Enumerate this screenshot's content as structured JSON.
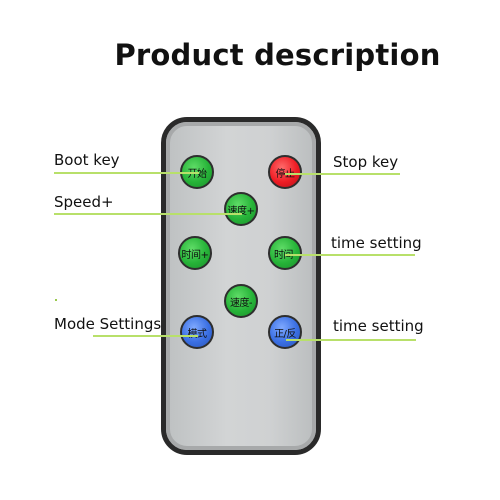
{
  "title": "Product description",
  "buttons": {
    "start": "开始",
    "stop": "停止",
    "speed_up": "速度+",
    "time_plus": "时间+",
    "time_minus": "时间-",
    "speed_down": "速度-",
    "mode": "模式",
    "forward_reverse": "正/反"
  },
  "labels": {
    "boot_key": "Boot key",
    "stop_key": "Stop key",
    "speed_plus": "Speed+",
    "time_setting_1": "time setting",
    "mode_settings": "Mode Settings",
    "time_setting_2": "time setting"
  },
  "colors": {
    "green_button": "#26b338",
    "red_button": "#ee1c24",
    "blue_button": "#3a6fe3",
    "callout_line": "#b8e06a",
    "remote_body": "#c8cacb"
  }
}
